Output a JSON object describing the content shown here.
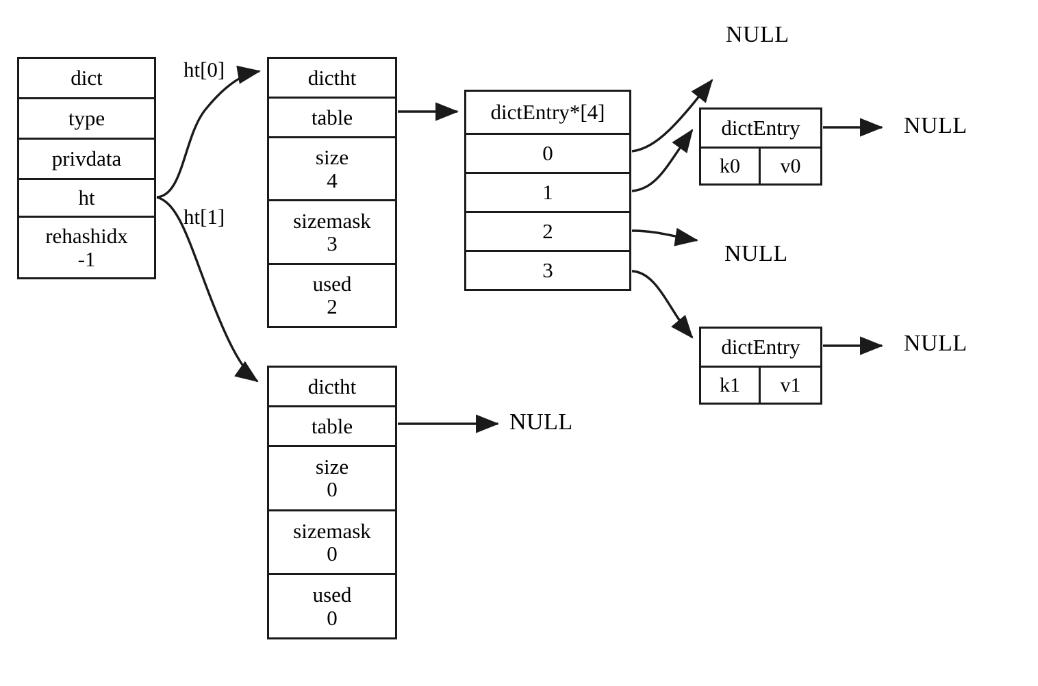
{
  "diagram": {
    "title": "Redis dict structure with two hash tables",
    "stroke_color": "#1a1a1a",
    "background_color": "#ffffff"
  },
  "dict_struct": {
    "header": "dict",
    "fields": [
      {
        "name": "type",
        "value": ""
      },
      {
        "name": "privdata",
        "value": ""
      },
      {
        "name": "ht",
        "value": ""
      },
      {
        "name": "rehashidx",
        "value": "-1"
      }
    ]
  },
  "edge_labels": {
    "ht0": "ht[0]",
    "ht1": "ht[1]"
  },
  "dictht0": {
    "header": "dictht",
    "fields": [
      {
        "name": "table",
        "value": ""
      },
      {
        "name": "size",
        "value": "4"
      },
      {
        "name": "sizemask",
        "value": "3"
      },
      {
        "name": "used",
        "value": "2"
      }
    ]
  },
  "dictht1": {
    "header": "dictht",
    "fields": [
      {
        "name": "table",
        "value": ""
      },
      {
        "name": "size",
        "value": "0"
      },
      {
        "name": "sizemask",
        "value": "0"
      },
      {
        "name": "used",
        "value": "0"
      }
    ]
  },
  "bucket_array": {
    "header": "dictEntry*[4]",
    "slots": [
      {
        "index": "0",
        "target": "NULL"
      },
      {
        "index": "1",
        "target": "dictEntry k0 v0"
      },
      {
        "index": "2",
        "target": "NULL"
      },
      {
        "index": "3",
        "target": "dictEntry k1 v1"
      }
    ]
  },
  "entries": [
    {
      "header": "dictEntry",
      "key": "k0",
      "value": "v0",
      "next": "NULL"
    },
    {
      "header": "dictEntry",
      "key": "k1",
      "value": "v1",
      "next": "NULL"
    }
  ],
  "null_labels": {
    "slot0": "NULL",
    "entry0_next": "NULL",
    "slot2": "NULL",
    "entry1_next": "NULL",
    "dictht1_table": "NULL"
  }
}
